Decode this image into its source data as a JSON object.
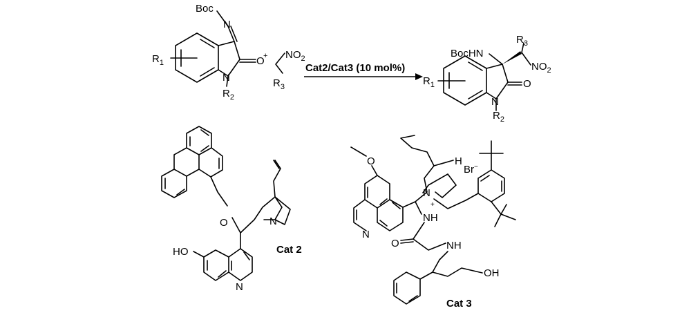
{
  "reaction": {
    "conditions": "Cat2/Cat3 (10 mol%)",
    "plus": "+",
    "imine": {
      "boc": "Boc",
      "n": "N",
      "o": "O",
      "ring_n": "N",
      "r_main": "R",
      "r1_sub": "1",
      "r2_sub": "2"
    },
    "nitro": {
      "no": "NO",
      "sub2": "2",
      "r_main": "R",
      "r3_sub": "3"
    },
    "product": {
      "bochn": "BocHN",
      "no": "NO",
      "sub2": "2",
      "o": "O",
      "ring_n": "N",
      "r_main": "R",
      "r1_sub": "1",
      "r2_sub": "2",
      "r3_sub": "3"
    }
  },
  "cat2": {
    "label": "Cat 2",
    "o": "O",
    "n_bridge": "N",
    "ho": "HO",
    "n_quin": "N"
  },
  "cat3": {
    "label": "Cat 3",
    "o": "O",
    "h": "H",
    "br": "Br",
    "minus": "−",
    "n_plus": "N",
    "plus": "+",
    "nh1": "NH",
    "nh2": "NH",
    "o_urea": "O",
    "n_quin": "N",
    "oh": "OH"
  }
}
